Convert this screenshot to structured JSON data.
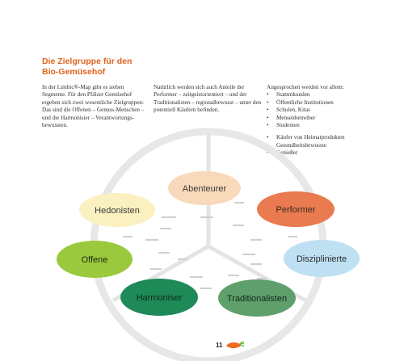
{
  "heading": {
    "line1": "Die Zielgruppe für den",
    "line2": "Bio-Gemüsehof"
  },
  "col1": {
    "text": "In der Limbic®-Map gibt es sieben Segmente. Für den Pfälzer Gemüsehof ergeben sich zwei wesentliche Zielgruppen: Das sind die Offenen – Genuss-Menschen – und die Harmonisier – Verantwortungs-bewussten."
  },
  "col2": {
    "text": "Natürlich werden sich auch Anteile der Performer – zeitgeistorientiert – und der Traditionalisten – regionalbewusst – unter den potentiell Käufern befinden."
  },
  "col3": {
    "intro": "Angesprochen werden vor allem:",
    "list1": [
      "Stammkunden",
      "Öffentliche Institutionen",
      "Schulen, Kitas",
      "Mensenbetreiber",
      "Studenten"
    ],
    "list2": [
      "Käufer von Heimatprodukten",
      "Gesundheitsbewusste",
      "Genießer"
    ]
  },
  "segments": {
    "abenteurer": "Abenteurer",
    "hedonisten": "Hedonisten",
    "performer": "Performer",
    "offene": "Offene",
    "disziplinierte": "Disziplinierte",
    "harmoniser": "Harmoniser",
    "traditionalisten": "Traditionalisten"
  },
  "colors": {
    "heading": "#e0621b",
    "abenteurer": "#f8d9b9",
    "hedonisten": "#fbf1c0",
    "performer": "#ea7a4f",
    "offene": "#9bc93e",
    "disziplinierte": "#bfe0f3",
    "harmoniser": "#1e8a57",
    "traditionalisten": "#5f9f6b",
    "carrot": "#f06a1f",
    "carrot_leaf": "#6bb33d"
  },
  "page_number": "11"
}
